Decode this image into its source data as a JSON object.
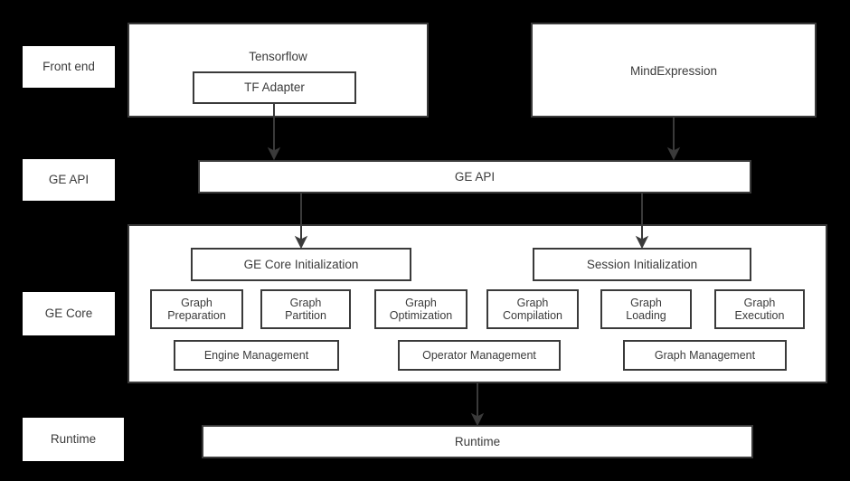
{
  "diagram": {
    "background_color": "#000000",
    "box_fill": "#ffffff",
    "box_border": "#3a3a3a",
    "text_color": "#3b3b3b",
    "rail_labels": [
      {
        "id": "front-end",
        "text": "Front end"
      },
      {
        "id": "ge-api",
        "text": "GE API"
      },
      {
        "id": "ge-core",
        "text": "GE Core"
      },
      {
        "id": "runtime",
        "text": "Runtime"
      }
    ],
    "frontend": {
      "tensorflow_title": "Tensorflow",
      "tf_adapter": "TF Adapter",
      "mindexpression": "MindExpression"
    },
    "ge_api_bar": "GE API",
    "ge_core": {
      "core_initialization": "GE Core Initialization",
      "session_initialization": "Session Initialization",
      "modules": [
        {
          "id": "graph-preparation",
          "text": "Graph\nPreparation"
        },
        {
          "id": "graph-partition",
          "text": "Graph\nPartition"
        },
        {
          "id": "graph-optimization",
          "text": "Graph\nOptimization"
        },
        {
          "id": "graph-compilation",
          "text": "Graph\nCompilation"
        },
        {
          "id": "graph-loading",
          "text": "Graph\nLoading"
        },
        {
          "id": "graph-execution",
          "text": "Graph\nExecution"
        }
      ],
      "management": [
        {
          "id": "engine-management",
          "text": "Engine Management"
        },
        {
          "id": "operator-management",
          "text": "Operator Management"
        },
        {
          "id": "graph-management",
          "text": "Graph Management"
        }
      ]
    },
    "runtime_bar": "Runtime"
  }
}
